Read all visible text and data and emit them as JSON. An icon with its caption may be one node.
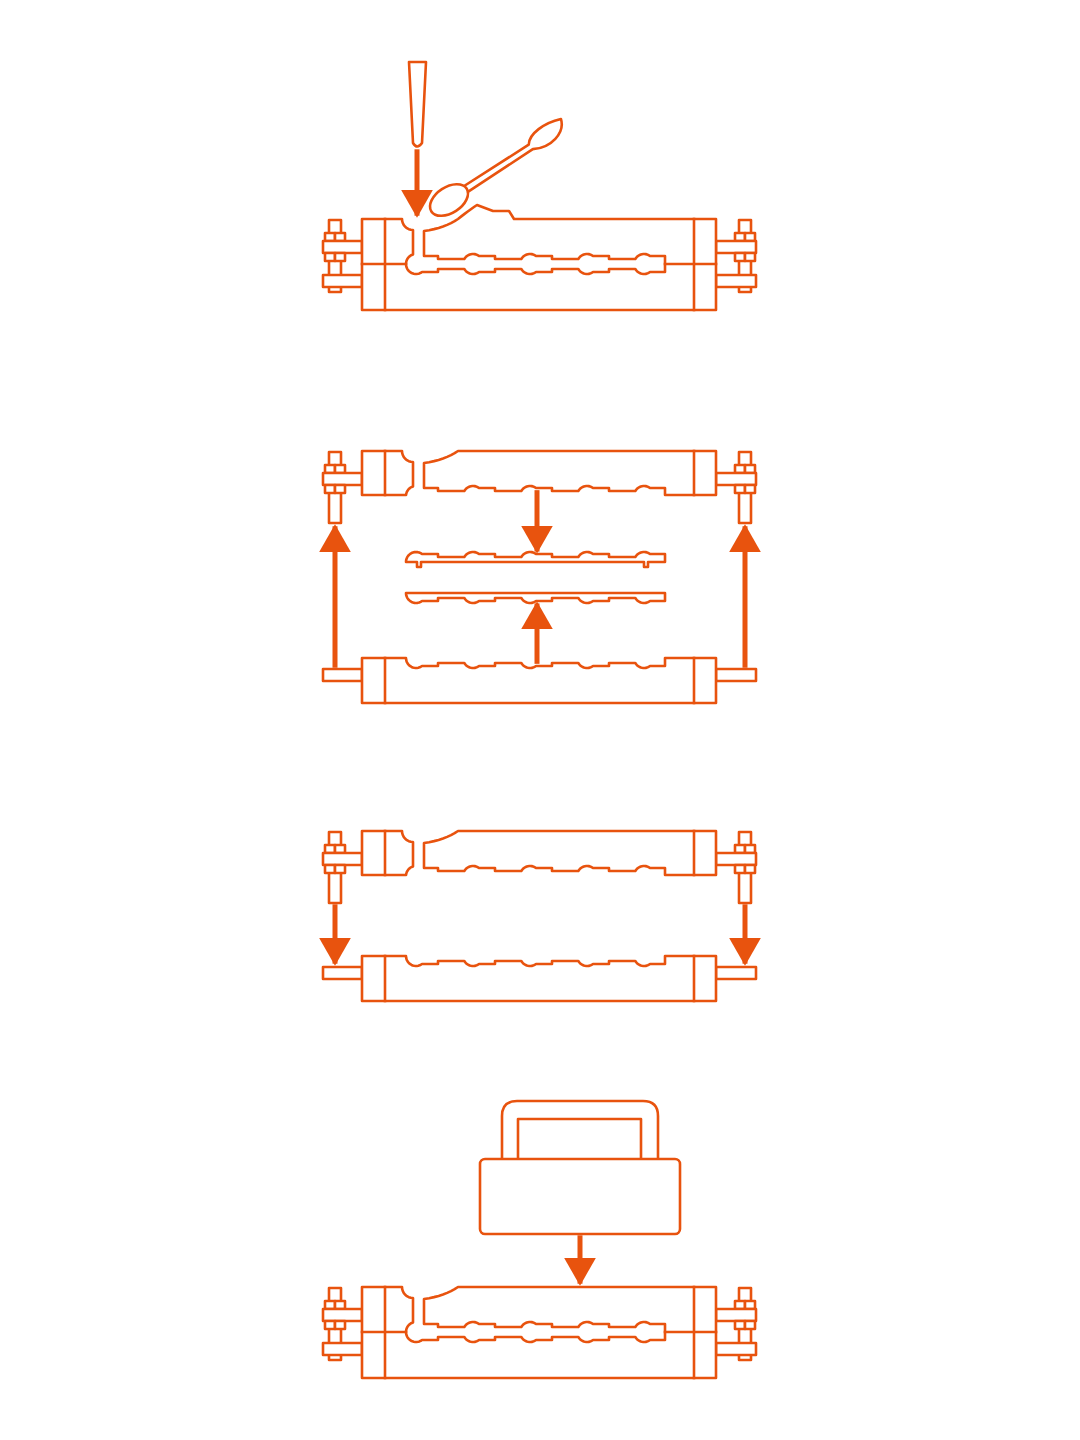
{
  "diagram": {
    "nodes": [
      {
        "text": [],
        "shape": "bar"
      },
      {
        "text": [],
        "shape": "picture"
      },
      {
        "text": [],
        "shape": "picture"
      },
      {
        "text": [],
        "shape": "bar"
      },
      {
        "text": [],
        "shape": "bar"
      },
      {
        "text": [],
        "shape": "picture"
      },
      {
        "text": [],
        "shape": "picture"
      },
      {
        "text": [],
        "shape": "picture"
      },
      {
        "text": [],
        "shape": "box"
      },
      {
        "text": [],
        "shape": "picture"
      }
    ],
    "edges": [
      {
        "from": 0,
        "to": 1,
        "arrow": "to"
      },
      {
        "from": 5,
        "to": 2,
        "arrow": "to"
      },
      {
        "from": 5,
        "to": 2,
        "arrow": "to"
      },
      {
        "from": 2,
        "to": 3,
        "arrow": "to"
      },
      {
        "from": 5,
        "to": 4,
        "arrow": "to"
      },
      {
        "from": 6,
        "to": 7,
        "arrow": "to"
      },
      {
        "from": 6,
        "to": 7,
        "arrow": "to"
      },
      {
        "from": 8,
        "to": 9,
        "arrow": "to"
      }
    ]
  }
}
